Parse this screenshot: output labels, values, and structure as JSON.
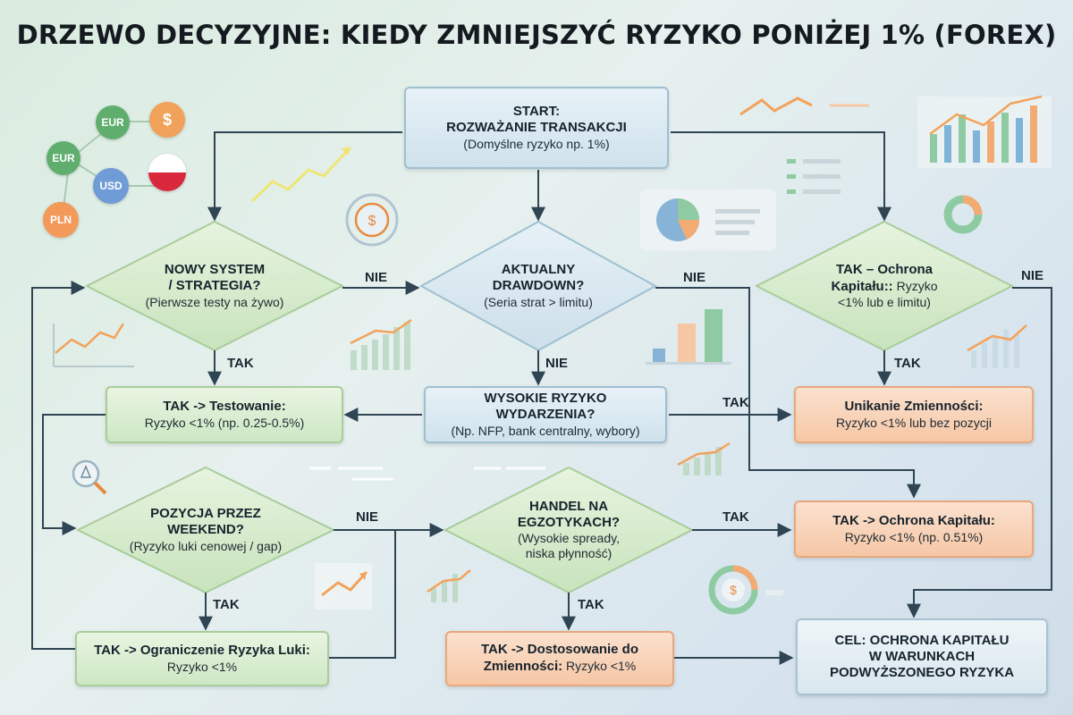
{
  "title": "DRZEWO DECYZYJNE: KIEDY ZMNIEJSZYĆ RYZYKO PONIŻEJ 1% (FOREX)",
  "nodes": {
    "start": {
      "h": "START:",
      "h2": "ROZWAŻANIE TRANSAKCJI",
      "s": "(Domyślne ryzyko np. 1%)"
    },
    "new_system": {
      "h": "NOWY SYSTEM",
      "h2": "/ STRATEGIA?",
      "s": "(Pierwsze testy na żywo)"
    },
    "drawdown": {
      "h": "AKTUALNY",
      "h2": "DRAWDOWN?",
      "s": "(Seria strat > limitu)"
    },
    "capital_q": {
      "h": "TAK – Ochrona",
      "h2": "Kapitału::",
      "h2s": " Ryzyko",
      "s": "<1% lub e limitu)"
    },
    "testing": {
      "h": "TAK -> Testowanie:",
      "s": "Ryzyko <1% (np. 0.25-0.5%)"
    },
    "high_risk": {
      "h": "WYSOKIE RYZYKO",
      "h2": "WYDARZENIA?",
      "s": "(Np. NFP, bank centralny, wybory)"
    },
    "avoid_vol": {
      "h": "Unikanie Zmienności:",
      "s": "Ryzyko <1% lub bez pozycji"
    },
    "weekend": {
      "h": "POZYCJA PRZEZ",
      "h2": "WEEKEND?",
      "s": "(Ryzyko luki cenowej / gap)"
    },
    "exotics": {
      "h": "HANDEL NA",
      "h2": "EGZOTYKACH?",
      "s": "(Wysokie spready,",
      "s2": "niska płynność)"
    },
    "capital_box": {
      "h": "TAK -> Ochrona Kapitału:",
      "s": "Ryzyko <1% (np. 0.51%)"
    },
    "gap_limit": {
      "h": "TAK -> Ograniczenie Ryzyka Luki:",
      "s": "Ryzyko <1%"
    },
    "volatility": {
      "h": "TAK -> Dostosowanie do",
      "h2": "Zmienności:",
      "h2s": " Ryzyko <1%"
    },
    "goal": {
      "h": "CEL: OCHRONA KAPITAŁU",
      "h2": "W WARUNKACH",
      "h3": "PODWYŻSZONEGO RYZYKA"
    }
  },
  "labels": {
    "nie_1": "NIE",
    "nie_2": "NIE",
    "nie_3": "NIE",
    "nie_4": "NIE",
    "nie_5": "NIE",
    "tak_1": "TAK",
    "tak_2": "TAK",
    "tak_3": "TAK",
    "tak_4": "TAK",
    "tak_5": "TAK",
    "tak_6": "TAK"
  },
  "decor": {
    "coins": [
      "EUR",
      "$",
      "EUR",
      "USD",
      "PLN"
    ],
    "coin_colors": {
      "eur": "#5fae6e",
      "usd": "#6f9bd6",
      "dollar": "#f0a25a",
      "pln": "#f39a5a"
    }
  },
  "colors": {
    "arrow": "#2f4553",
    "green": "#cde7c4",
    "blue": "#cfe2ec",
    "orange": "#f6c7a5"
  }
}
